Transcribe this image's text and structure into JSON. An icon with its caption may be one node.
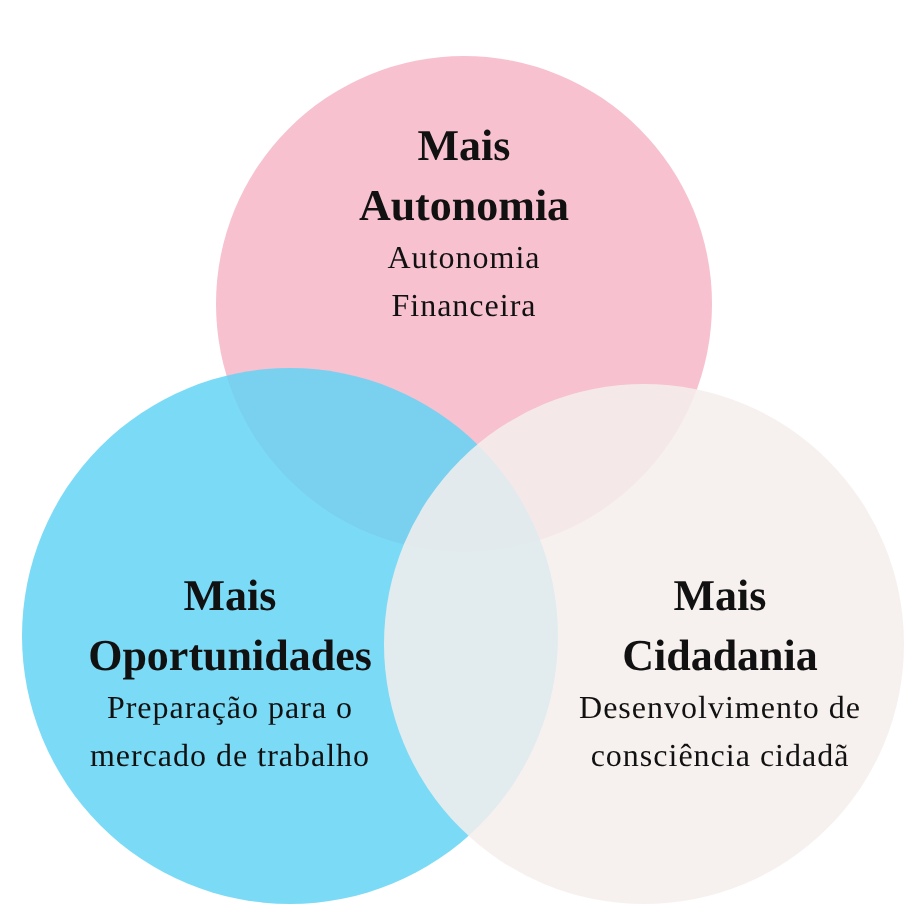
{
  "diagram": {
    "nodes": [
      {
        "text": [
          "Mais Autonomia",
          "Autonomia Financeira"
        ]
      },
      {
        "text": [
          "Mais Oportunidades",
          "Preparação para o mercado de trabalho"
        ]
      },
      {
        "text": [
          "Mais Cidadania",
          "Desenvolvimento de consciência cidadã"
        ]
      }
    ]
  }
}
